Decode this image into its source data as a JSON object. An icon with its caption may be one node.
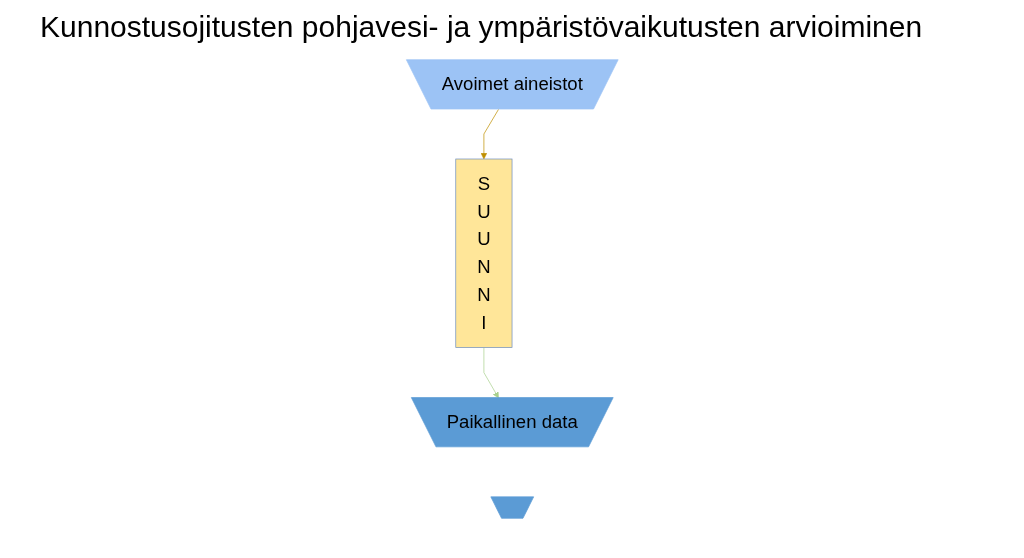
{
  "diagram": {
    "title": "Kunnostusojitusten pohjavesi- ja ympäristövaikutusten arvioiminen",
    "nodes": [
      {
        "text": [
          "Avoimet aineistot"
        ]
      },
      {
        "text": [
          "Paikallinen data"
        ]
      },
      {
        "text": [],
        "shape": "trapezoid"
      },
      {
        "text": [
          "S U U N N I"
        ]
      }
    ],
    "edges": [
      {
        "from": 0,
        "to": 3,
        "arrow": "to",
        "color": "#bf8f00"
      },
      {
        "from": 3,
        "to": 1,
        "arrow": "to",
        "color": "#a9d18e"
      }
    ]
  }
}
